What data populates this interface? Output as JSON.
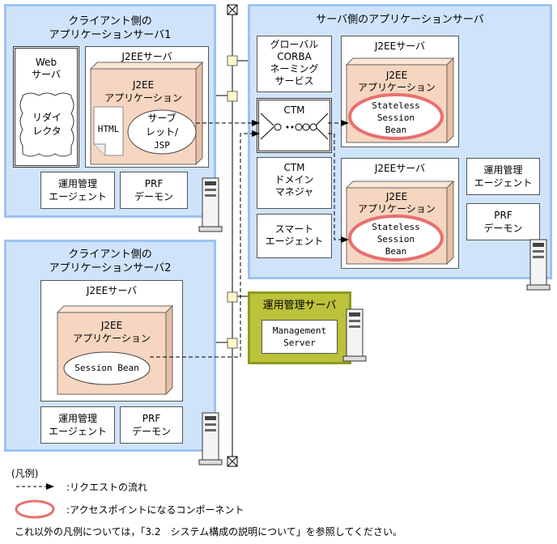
{
  "client1": {
    "title_line1": "クライアント側の",
    "title_line2": "アプリケーションサーバ1",
    "web_server_line1": "Web",
    "web_server_line2": "サーバ",
    "redirector_line1": "リダイ",
    "redirector_line2": "レクタ",
    "j2ee_server": "J2EEサーバ",
    "j2ee_app_line1": "J2EE",
    "j2ee_app_line2": "アプリケーション",
    "html": "HTML",
    "servlet_line1": "サーブ",
    "servlet_line2": "レット/",
    "servlet_line3": "JSP",
    "mgmt_agent_line1": "運用管理",
    "mgmt_agent_line2": "エージェント",
    "prf_line1": "PRF",
    "prf_line2": "デーモン"
  },
  "client2": {
    "title_line1": "クライアント側の",
    "title_line2": "アプリケーションサーバ2",
    "j2ee_server": "J2EEサーバ",
    "j2ee_app_line1": "J2EE",
    "j2ee_app_line2": "アプリケーション",
    "session_bean": "Session Bean",
    "mgmt_agent_line1": "運用管理",
    "mgmt_agent_line2": "エージェント",
    "prf_line1": "PRF",
    "prf_line2": "デーモン"
  },
  "server": {
    "title": "サーバ側のアプリケーションサーバ",
    "global_corba_line1": "グローバル",
    "global_corba_line2": "CORBA",
    "global_corba_line3": "ネーミング",
    "global_corba_line4": "サービス",
    "ctm": "CTM",
    "ctm_domain_line1": "CTM",
    "ctm_domain_line2": "ドメイン",
    "ctm_domain_line3": "マネジャ",
    "smart_agent_line1": "スマート",
    "smart_agent_line2": "エージェント",
    "j2ee_server_a": "J2EEサーバ",
    "j2ee_app_a_line1": "J2EE",
    "j2ee_app_a_line2": "アプリケーション",
    "bean_a_line1": "Stateless",
    "bean_a_line2": "Session",
    "bean_a_line3": "Bean",
    "j2ee_server_b": "J2EEサーバ",
    "j2ee_app_b_line1": "J2EE",
    "j2ee_app_b_line2": "アプリケーション",
    "bean_b_line1": "Stateless",
    "bean_b_line2": "Session",
    "bean_b_line3": "Bean",
    "mgmt_agent_line1": "運用管理",
    "mgmt_agent_line2": "エージェント",
    "prf_line1": "PRF",
    "prf_line2": "デーモン"
  },
  "mgmt_server": {
    "title": "運用管理サーバ",
    "management_server_line1": "Management",
    "management_server_line2": "Server"
  },
  "legend": {
    "heading": "(凡例)",
    "request_flow": ":リクエストの流れ",
    "access_point": ":アクセスポイントになるコンポーネント",
    "note": "これ以外の凡例については，「3.2　システム構成の説明について」を参照してください。"
  },
  "colors": {
    "zone_fill": "#cfe4fb",
    "zone_border": "#9cc3f0",
    "app_fill": "#f6d6c0",
    "mgmt_fill": "#bcc23a",
    "access_point_ring": "#e87070",
    "node_fill": "#fff8c8"
  }
}
